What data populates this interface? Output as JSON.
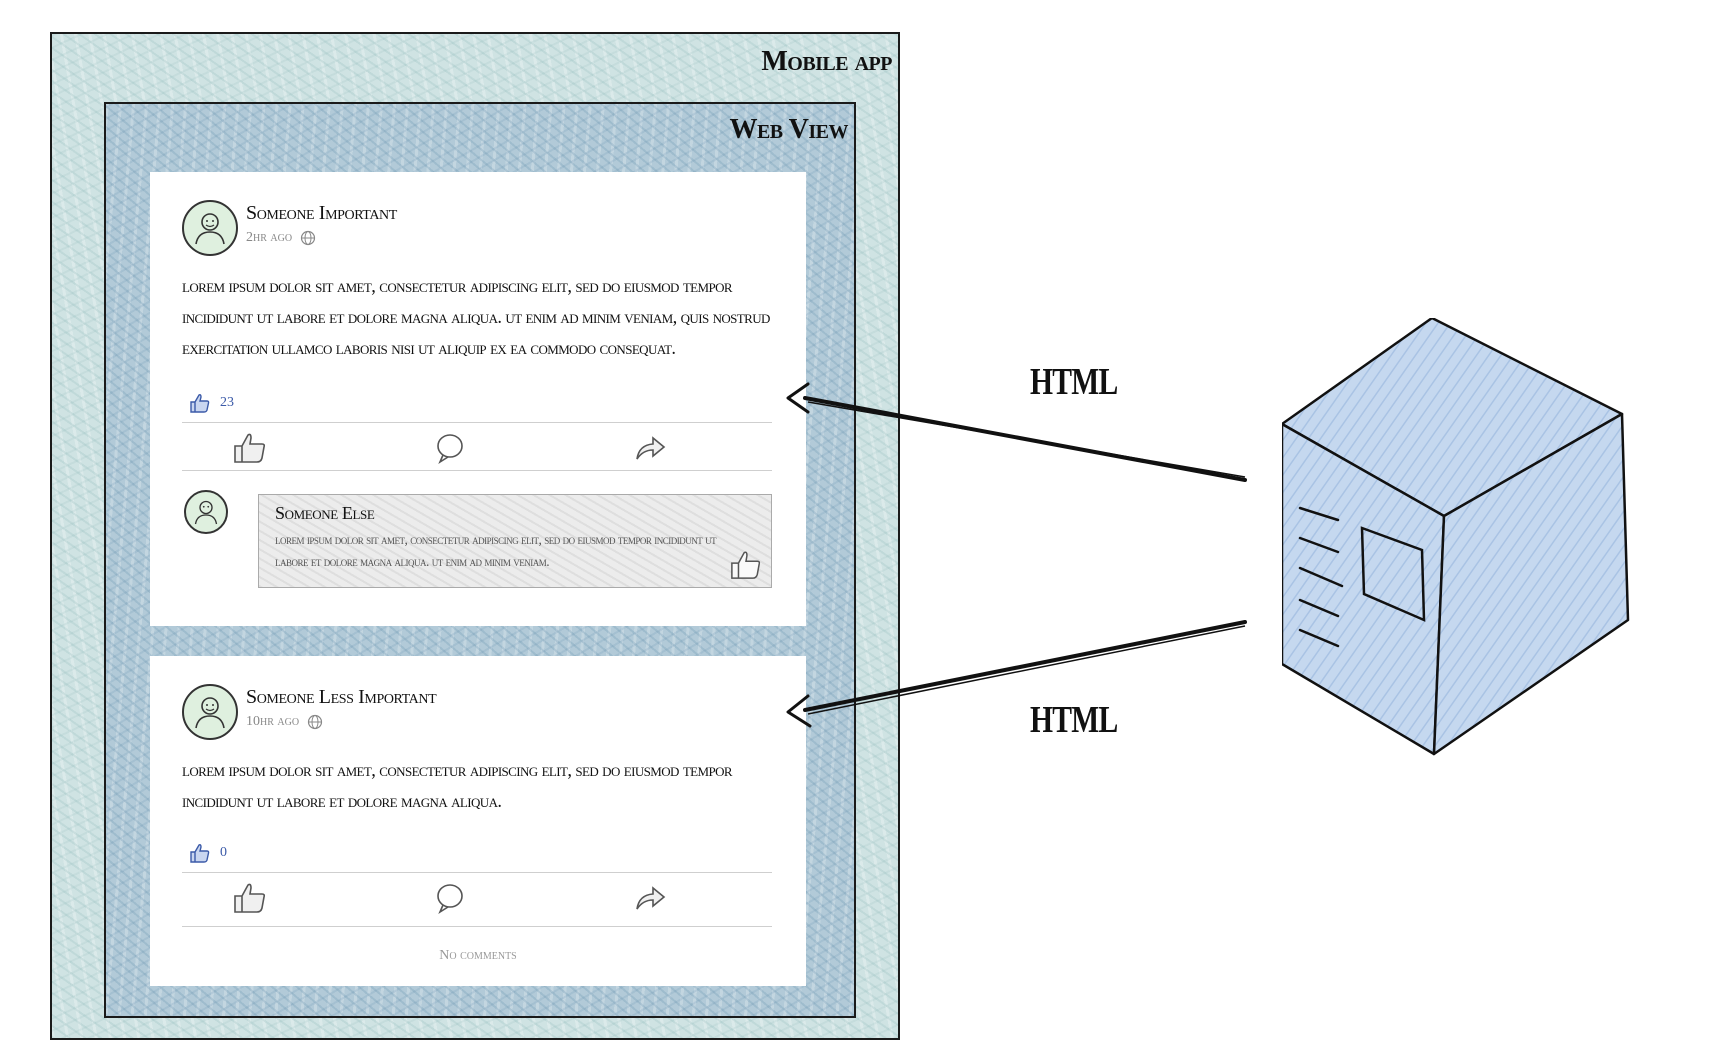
{
  "mobile_app": {
    "title": "Mobile app"
  },
  "web_view": {
    "title": "Web View"
  },
  "posts": [
    {
      "author": "Someone Important",
      "time": "2hr ago",
      "text": "Lorem ipsum dolor sit amet, consectetur adipiscing elit, sed do eiusmod tempor incididunt ut labore et dolore magna aliqua. Ut enim ad minim veniam, quis nostrud exercitation ullamco laboris nisi ut aliquip ex ea commodo consequat.",
      "likes": "23",
      "comment": {
        "author": "Someone Else",
        "text": "Lorem ipsum dolor sit amet, consectetur adipiscing elit, sed do eiusmod tempor incididunt ut labore et dolore magna aliqua. Ut enim ad minim veniam."
      }
    },
    {
      "author": "Someone Less Important",
      "time": "10hr ago",
      "text": "Lorem ipsum dolor sit amet, consectetur adipiscing elit, sed do eiusmod tempor incididunt ut labore et dolore magna aliqua.",
      "likes": "0",
      "no_comments": "No comments"
    }
  ],
  "arrows": [
    {
      "label": "HTML"
    },
    {
      "label": "HTML"
    }
  ],
  "server": {
    "icon": "server-cube-icon"
  },
  "colors": {
    "mobile_bg": "#cfe3e3",
    "webview_bg": "#b2cad8",
    "avatar_bg": "#dff0df",
    "like_blue": "#3b5aa8",
    "server_blue": "#c5d8ef"
  }
}
